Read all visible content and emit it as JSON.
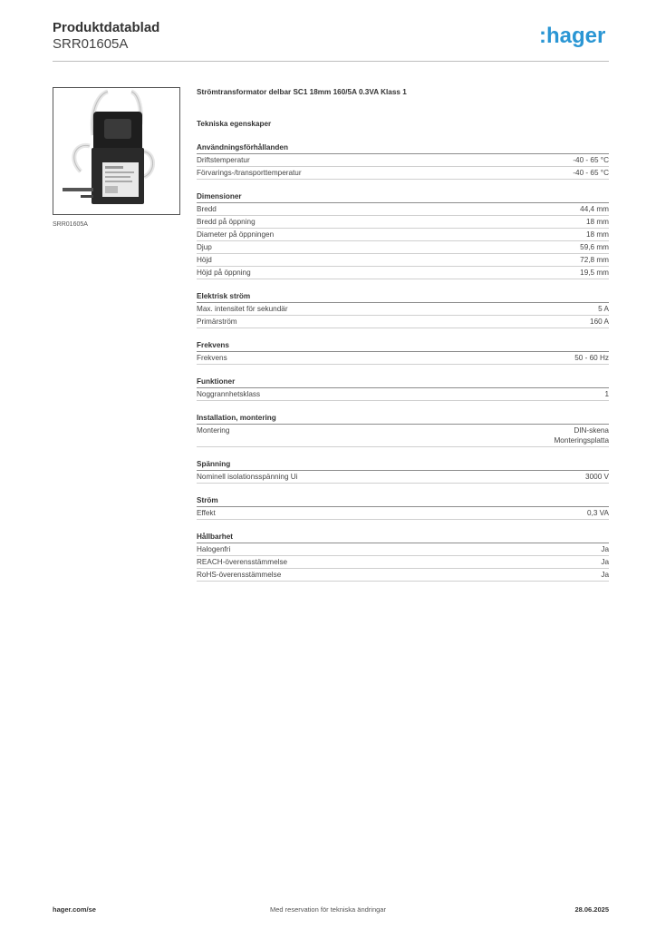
{
  "header": {
    "title": "Produktdatablad",
    "subtitle": "SRR01605A",
    "logo_text": ":hager",
    "brand_color": "#2a96d4"
  },
  "image": {
    "caption": "SRR01605A",
    "icon": "current-transformer-photo"
  },
  "product": {
    "description": "Strömtransformator delbar SC1 18mm 160/5A 0.3VA Klass 1",
    "spec_heading": "Tekniska egenskaper"
  },
  "groups": [
    {
      "title": "Användningsförhållanden",
      "rows": [
        {
          "label": "Driftstemperatur",
          "value": "-40 - 65 °C"
        },
        {
          "label": "Förvarings-/transporttemperatur",
          "value": "-40 - 65 °C"
        }
      ]
    },
    {
      "title": "Dimensioner",
      "rows": [
        {
          "label": "Bredd",
          "value": "44,4 mm"
        },
        {
          "label": "Bredd på öppning",
          "value": "18 mm"
        },
        {
          "label": "Diameter på öppningen",
          "value": "18 mm"
        },
        {
          "label": "Djup",
          "value": "59,6 mm"
        },
        {
          "label": "Höjd",
          "value": "72,8 mm"
        },
        {
          "label": "Höjd på öppning",
          "value": "19,5 mm"
        }
      ]
    },
    {
      "title": "Elektrisk ström",
      "rows": [
        {
          "label": "Max. intensitet för sekundär",
          "value": "5 A"
        },
        {
          "label": "Primärström",
          "value": "160 A"
        }
      ]
    },
    {
      "title": "Frekvens",
      "rows": [
        {
          "label": "Frekvens",
          "value": "50 - 60 Hz"
        }
      ]
    },
    {
      "title": "Funktioner",
      "rows": [
        {
          "label": "Noggrannhetsklass",
          "value": "1"
        }
      ]
    },
    {
      "title": "Installation, montering",
      "rows": [
        {
          "label": "Montering",
          "value": "DIN-skena\nMonteringsplatta"
        }
      ]
    },
    {
      "title": "Spänning",
      "rows": [
        {
          "label": "Nominell isolationsspänning Ui",
          "value": "3000 V"
        }
      ]
    },
    {
      "title": "Ström",
      "rows": [
        {
          "label": "Effekt",
          "value": "0,3 VA"
        }
      ]
    },
    {
      "title": "Hållbarhet",
      "rows": [
        {
          "label": "Halogenfri",
          "value": "Ja"
        },
        {
          "label": "REACH-överensstämmelse",
          "value": "Ja"
        },
        {
          "label": "RoHS-överensstämmelse",
          "value": "Ja"
        }
      ]
    }
  ],
  "footer": {
    "website": "hager.com/se",
    "note": "Med reservation för tekniska ändringar",
    "date": "28.06.2025"
  }
}
